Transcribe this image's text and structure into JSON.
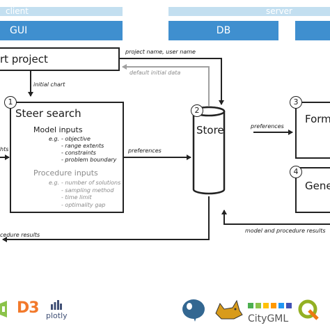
{
  "header": {
    "client_label": "client",
    "server_label": "server",
    "gui_label": "GUI",
    "db_label": "DB"
  },
  "boxes": {
    "start_project": "rt project",
    "steer_search": "Steer search",
    "store": "Store",
    "form": "Form",
    "gene": "Gene"
  },
  "numbers": [
    "1",
    "2",
    "3",
    "4"
  ],
  "model_inputs": {
    "title": "Model inputs",
    "eg": "e.g.",
    "items": [
      "- objective",
      "- range extents",
      "- constraints",
      "- problem boundary"
    ]
  },
  "procedure_inputs": {
    "title": "Procedure inputs",
    "eg": "e.g.",
    "items": [
      "- number of solutions",
      "- sampling method",
      "- time limit",
      "- optimality gap"
    ]
  },
  "flows": {
    "project_name": "project name, user name",
    "default_initial_data": "default initial data",
    "initial_chart": "initial chart",
    "preferences_left": "preferences",
    "preferences_right": "preferences",
    "weights_cut": "hts",
    "procedure_results": "cedure results",
    "model_procedure_results": "model and procedure results"
  },
  "logos": {
    "d3": "D3",
    "plotly": "plotly",
    "citygml": "CityGML"
  },
  "colors": {
    "band_light": "#c3dff0",
    "band_dark": "#3f8fcf",
    "line": "#222222",
    "grey_flow": "#a0a0a0"
  }
}
